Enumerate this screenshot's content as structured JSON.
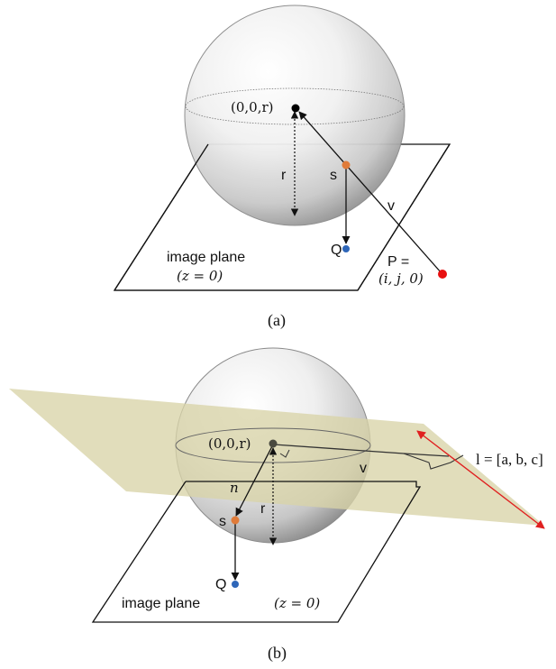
{
  "panel_a": {
    "center_label": "(0,0,r)",
    "r_label": "r",
    "s_label": "s",
    "v_label": "v",
    "q_label": "Q",
    "plane_label": "image plane",
    "plane_eq": "(z = 0)",
    "p_label_top": "P =",
    "p_label_bottom": "(i, j, 0)",
    "caption": "(a)"
  },
  "panel_b": {
    "center_label": "(0,0,r)",
    "n_label": "n",
    "r_label": "r",
    "s_label": "s",
    "v_label": "v",
    "q_label": "Q",
    "plane_label": "image plane",
    "plane_eq": "(z = 0)",
    "line_label": "l = [a, b, c]",
    "caption": "(b)"
  },
  "colors": {
    "point_s": "#e07b39",
    "point_q": "#2e66b8",
    "point_p": "#e81010",
    "point_center_a": "#000000",
    "point_center_b": "#4a4a40",
    "tilted_plane": "#d9d3a8",
    "line_l": "#e02020"
  }
}
